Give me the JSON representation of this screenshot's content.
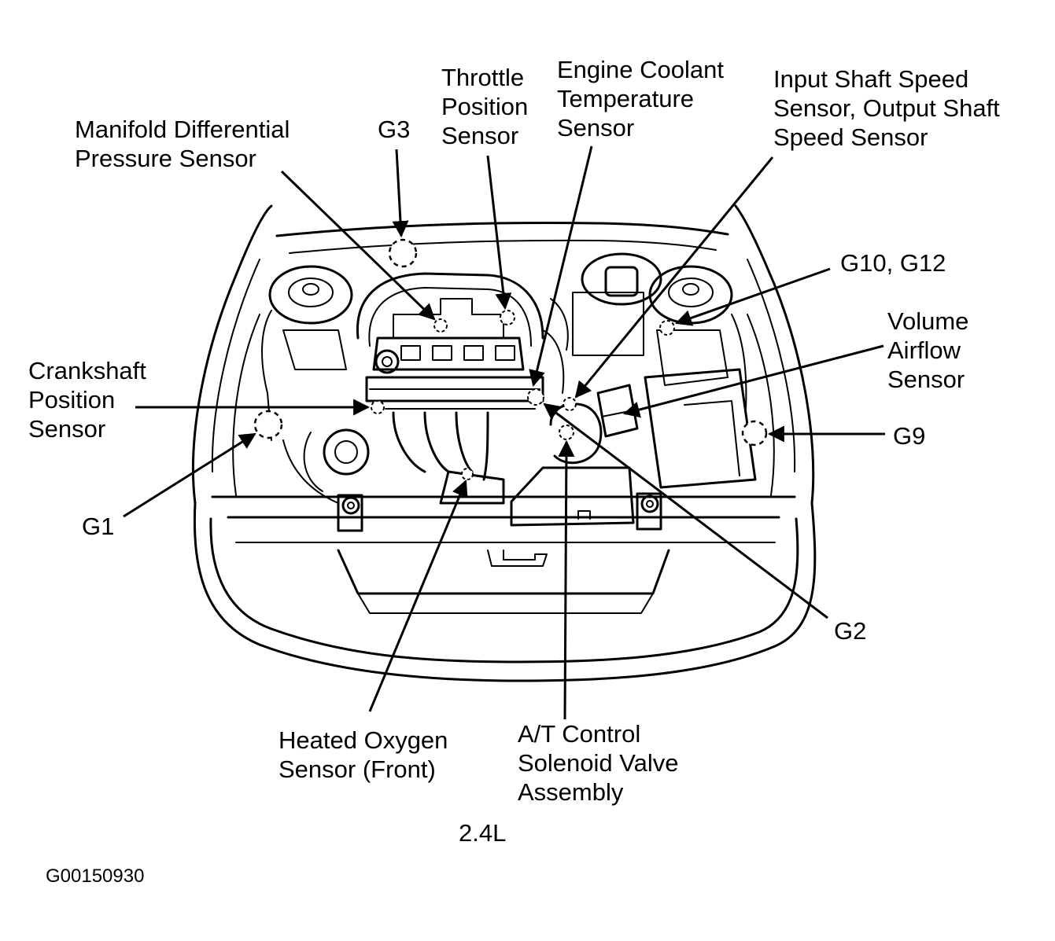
{
  "labels": {
    "manifold_differential": [
      "Manifold Differential",
      "Pressure Sensor"
    ],
    "g3": "G3",
    "throttle_position": [
      "Throttle",
      "Position",
      "Sensor"
    ],
    "engine_coolant": [
      "Engine Coolant",
      "Temperature",
      "Sensor"
    ],
    "shaft_speed": [
      "Input Shaft Speed",
      "Sensor, Output Shaft",
      "Speed Sensor"
    ],
    "g10_g12": "G10, G12",
    "volume_airflow": [
      "Volume",
      "Airflow",
      "Sensor"
    ],
    "crankshaft_position": [
      "Crankshaft",
      "Position",
      "Sensor"
    ],
    "g9": "G9",
    "g1": "G1",
    "g2": "G2",
    "heated_oxygen": [
      "Heated Oxygen",
      "Sensor (Front)"
    ],
    "at_control": [
      "A/T Control",
      "Solenoid Valve",
      "Assembly"
    ]
  },
  "engine": "2.4L",
  "figure_id": "G00150930"
}
